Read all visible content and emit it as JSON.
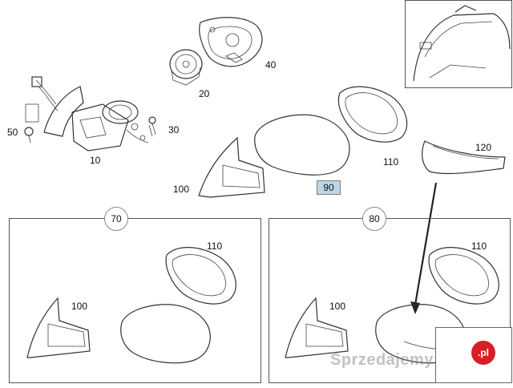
{
  "labels": {
    "p10": "10",
    "p20": "20",
    "p30": "30",
    "p40": "40",
    "p50": "50",
    "p90": "90",
    "p100_top": "100",
    "p110_top": "110",
    "p120": "120",
    "p70": "70",
    "p80": "80",
    "p110_left": "110",
    "p100_left": "100",
    "p110_right": "110",
    "p100_right": "100"
  },
  "watermark": "Sprzedajemy",
  "logo_text": ".pl",
  "colors": {
    "highlight_90": "#bcd6e8",
    "logo_red": "#d61f26"
  }
}
